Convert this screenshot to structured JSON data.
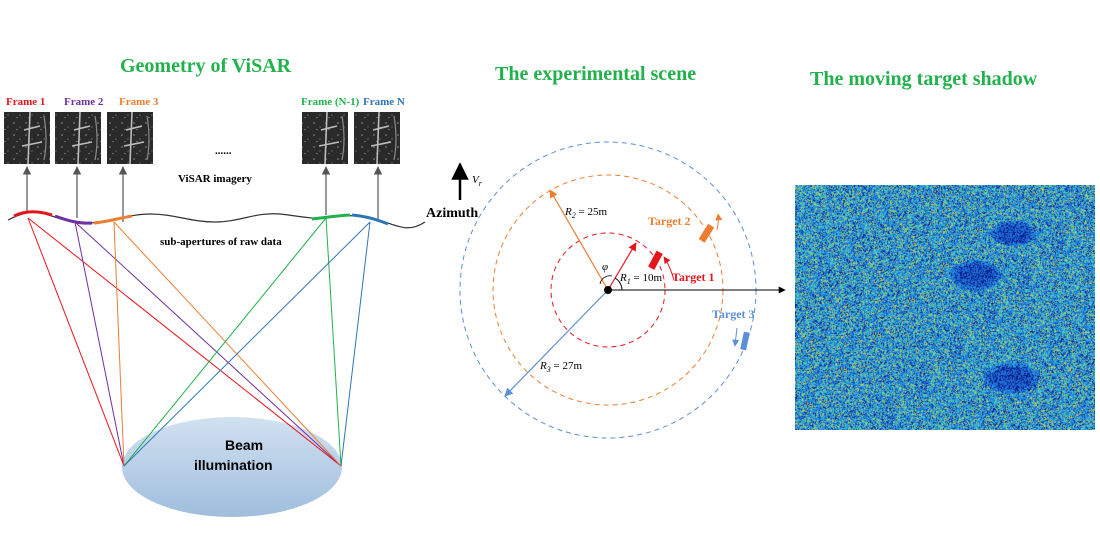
{
  "titles": {
    "geometry": "Geometry of ViSAR",
    "scene": "The experimental scene",
    "shadow": "The moving target shadow"
  },
  "frames": [
    {
      "label": "Frame 1",
      "color": "#e8141c"
    },
    {
      "label": "Frame 2",
      "color": "#7030a0"
    },
    {
      "label": "Frame 3",
      "color": "#ed7d31"
    },
    {
      "label": "Frame (N-1)",
      "color": "#22b14c"
    },
    {
      "label": "Frame N",
      "color": "#2e75b6"
    }
  ],
  "labels": {
    "ellipsis": "......",
    "visar_imagery": "ViSAR imagery",
    "sub_apertures": "sub-apertures of raw data",
    "azimuth": "Azimuth",
    "velocity_symbol": "V",
    "velocity_subscript": "r",
    "beam_line1": "Beam",
    "beam_line2": "illumination",
    "phi": "φ"
  },
  "targets": [
    {
      "label": "Target 1",
      "color": "#e8141c"
    },
    {
      "label": "Target 2",
      "color": "#ed7d31"
    },
    {
      "label": "Target 3",
      "color": "#5b8fd6"
    }
  ],
  "radii": [
    {
      "symbol": "R",
      "sub": "1",
      "value": " = 10m",
      "color": "#e8141c"
    },
    {
      "symbol": "R",
      "sub": "2",
      "value": " = 25m",
      "color": "#ed7d31"
    },
    {
      "symbol": "R",
      "sub": "3",
      "value": " = 27m",
      "color": "#5b8fd6"
    }
  ]
}
